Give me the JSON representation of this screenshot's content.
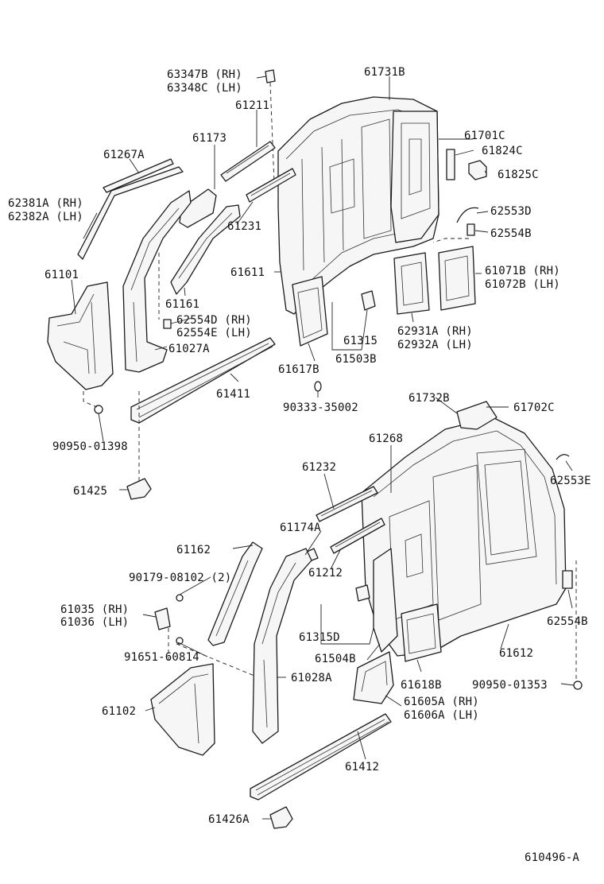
{
  "labels": {
    "p63347": "63347B (RH)",
    "p63348": "63348C (LH)",
    "p61731": "61731B",
    "p61211": "61211",
    "p61173": "61173",
    "p61701": "61701C",
    "p61824": "61824C",
    "p61825": "61825C",
    "p61267": "61267A",
    "p62381": "62381A (RH)",
    "p62382": "62382A (LH)",
    "p61231": "61231",
    "p62553d": "62553D",
    "p62554b_top": "62554B",
    "p61101": "61101",
    "p61611": "61611",
    "p61071": "61071B (RH)",
    "p61072": "61072B (LH)",
    "p61161": "61161",
    "p62554d": "62554D (RH)",
    "p62554e": "62554E (LH)",
    "p62931": "62931A (RH)",
    "p62932": "62932A (LH)",
    "p61315": "61315",
    "p61027": "61027A",
    "p61503": "61503B",
    "p61617": "61617B",
    "p61411": "61411",
    "p90333": "90333-35002",
    "p61732": "61732B",
    "p61702": "61702C",
    "p90950a": "90950-01398",
    "p61268": "61268",
    "p61232": "61232",
    "p62553e": "62553E",
    "p61425": "61425",
    "p61174": "61174A",
    "p61162": "61162",
    "p61212": "61212",
    "p90179": "90179-08102 (2)",
    "p61035": "61035 (RH)",
    "p61036": "61036 (LH)",
    "p62554b_bot": "62554B",
    "p61315d": "61315D",
    "p61612": "61612",
    "p91651": "91651-60814",
    "p61504": "61504B",
    "p61028": "61028A",
    "p61618": "61618B",
    "p90950b": "90950-01353",
    "p61605": "61605A (RH)",
    "p61606": "61606A (LH)",
    "p61102": "61102",
    "p61412": "61412",
    "p61426": "61426A",
    "diagram_code": "610496-A"
  }
}
